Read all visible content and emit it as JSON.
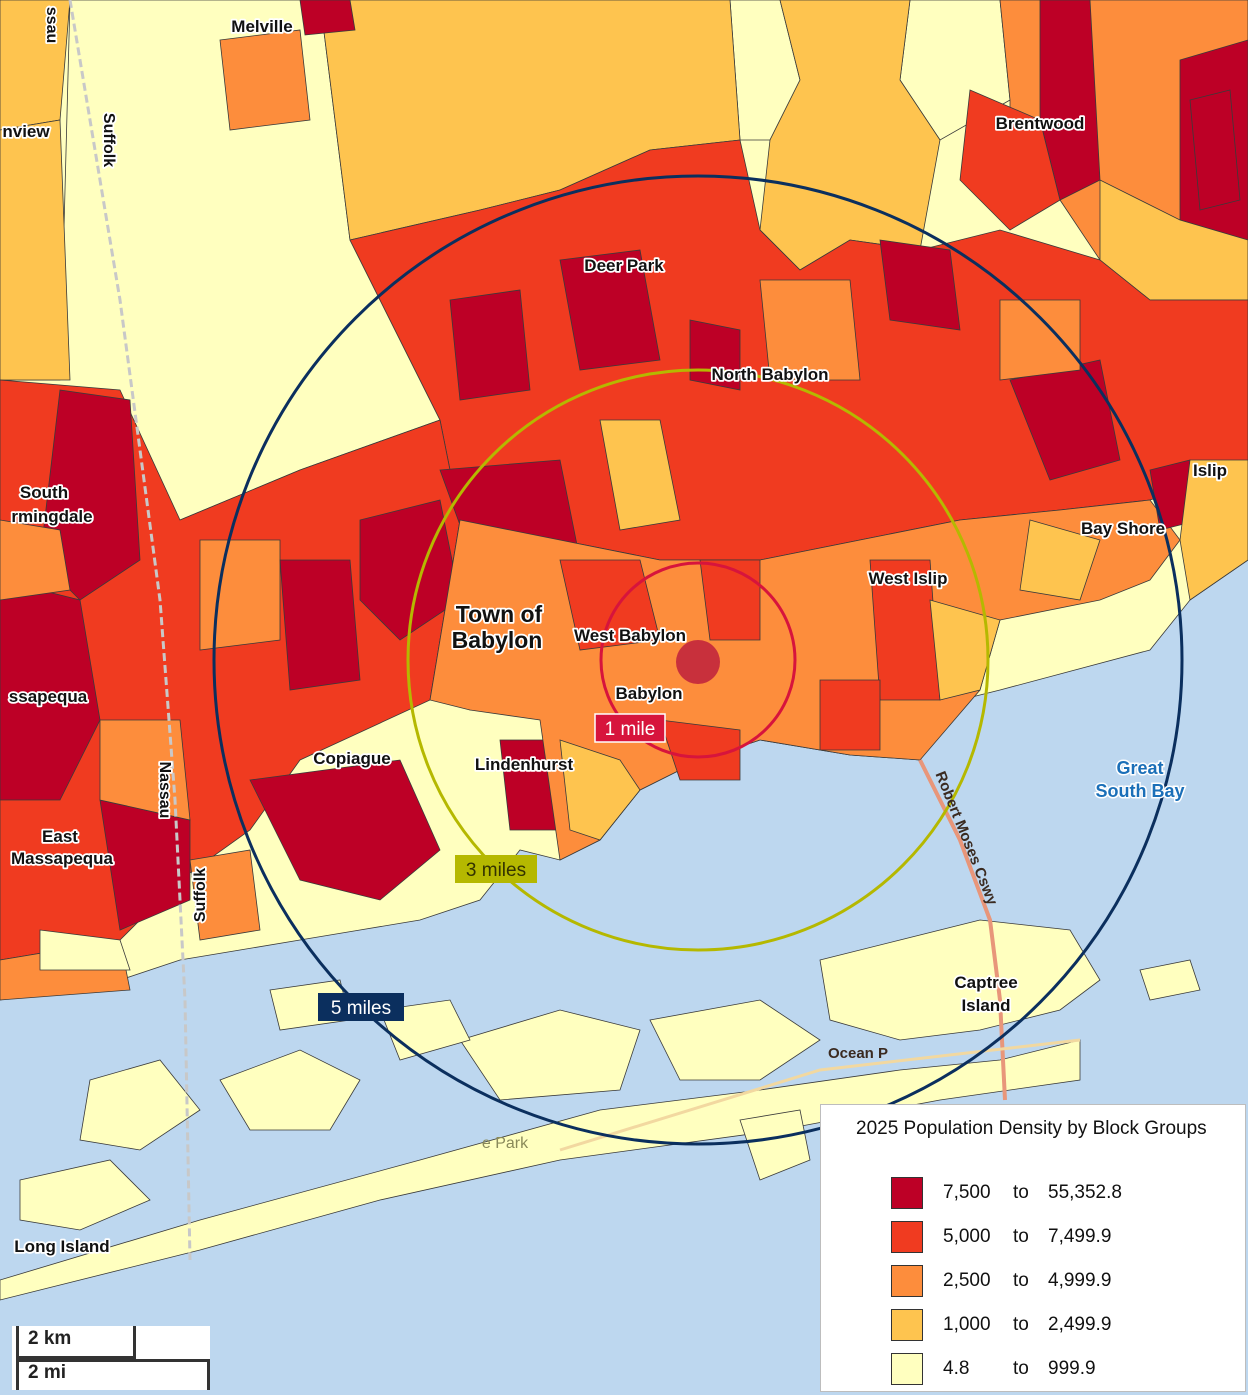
{
  "map": {
    "colors": {
      "water": "#bdd7ef",
      "class_1": "#bd0026",
      "class_2": "#f03b20",
      "class_3": "#fd8d3c",
      "class_4": "#fec44f",
      "class_5": "#ffffbf",
      "ring_1": "#d7143c",
      "ring_3": "#b5b800",
      "ring_5": "#0b2f5e",
      "center": "#c8303c"
    },
    "rings": [
      {
        "label": "1 mile",
        "miles": 1
      },
      {
        "label": "3 miles",
        "miles": 3
      },
      {
        "label": "5 miles",
        "miles": 5
      }
    ],
    "places": [
      {
        "id": "melville",
        "name": "Melville"
      },
      {
        "id": "brentwood",
        "name": "Brentwood"
      },
      {
        "id": "deer-park",
        "name": "Deer Park"
      },
      {
        "id": "north-babylon",
        "name": "North Babylon"
      },
      {
        "id": "islip",
        "name": "Islip"
      },
      {
        "id": "bay-shore",
        "name": "Bay Shore"
      },
      {
        "id": "west-islip",
        "name": "West Islip"
      },
      {
        "id": "town-of-babylon-1",
        "name": "Town of"
      },
      {
        "id": "town-of-babylon-2",
        "name": "Babylon"
      },
      {
        "id": "west-babylon",
        "name": "West Babylon"
      },
      {
        "id": "babylon",
        "name": "Babylon"
      },
      {
        "id": "copiague",
        "name": "Copiague"
      },
      {
        "id": "lindenhurst",
        "name": "Lindenhurst"
      },
      {
        "id": "south-farmingdale-1",
        "name": "South"
      },
      {
        "id": "south-farmingdale-2",
        "name": "rmingdale"
      },
      {
        "id": "massapequa",
        "name": "ssapequa"
      },
      {
        "id": "east-massapequa-1",
        "name": "East"
      },
      {
        "id": "east-massapequa-2",
        "name": "Massapequa"
      },
      {
        "id": "plainview",
        "name": "nview"
      },
      {
        "id": "captree-1",
        "name": "Captree"
      },
      {
        "id": "captree-2",
        "name": "Island"
      },
      {
        "id": "long-island",
        "name": "Long Island"
      },
      {
        "id": "nassau-top",
        "name": "ssau"
      },
      {
        "id": "suffolk-top",
        "name": "Suffolk"
      },
      {
        "id": "nassau-mid",
        "name": "Nassau"
      },
      {
        "id": "suffolk-bottom",
        "name": "Suffolk"
      }
    ],
    "water_labels": [
      {
        "id": "great-south-bay-1",
        "name": "Great"
      },
      {
        "id": "great-south-bay-2",
        "name": "South Bay"
      }
    ],
    "road_labels": [
      {
        "id": "robert-moses",
        "name": "Robert Moses Cswy"
      },
      {
        "id": "ocean-pkwy",
        "name": "Ocean P"
      }
    ],
    "park_labels": [
      {
        "id": "state-park",
        "name": "e Park"
      }
    ]
  },
  "legend": {
    "title": "2025 Population Density by Block Groups",
    "items": [
      {
        "low": "7,500",
        "to": "to",
        "high": "55,352.8",
        "color": "#bd0026"
      },
      {
        "low": "5,000",
        "to": "to",
        "high": "7,499.9",
        "color": "#f03b20"
      },
      {
        "low": "2,500",
        "to": "to",
        "high": "4,999.9",
        "color": "#fd8d3c"
      },
      {
        "low": "1,000",
        "to": "to",
        "high": "2,499.9",
        "color": "#fec44f"
      },
      {
        "low": "4.8",
        "to": "to",
        "high": "999.9",
        "color": "#ffffbf"
      }
    ]
  },
  "scalebar": {
    "km_label": "2 km",
    "mi_label": "2 mi"
  }
}
